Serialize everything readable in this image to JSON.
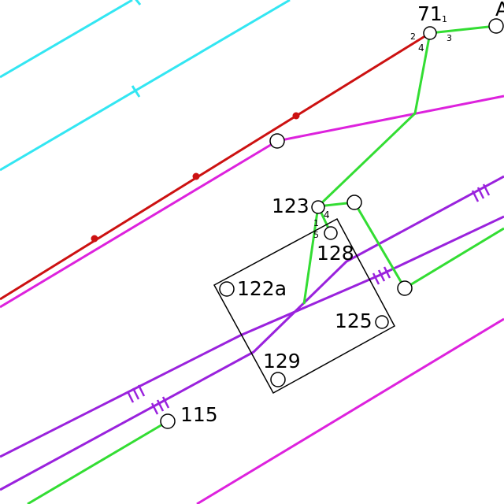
{
  "colors": {
    "cyan": "#33e6f2",
    "red": "#cc1111",
    "magenta": "#dd22dd",
    "purple": "#9a22dd",
    "green": "#33dd33",
    "outline": "#000000",
    "background": "#ffffff"
  },
  "node_labels": {
    "n71": "71",
    "n123": "123",
    "n128": "128",
    "n122a": "122a",
    "n125": "125",
    "n129": "129",
    "n115": "115",
    "edge_partial": "A"
  },
  "port_labels": {
    "n71_p1": "1",
    "n71_p2": "2",
    "n71_p3": "3",
    "n71_p4": "4",
    "n123_p1": "1",
    "n123_p4": "4",
    "n123_p5": "5"
  }
}
